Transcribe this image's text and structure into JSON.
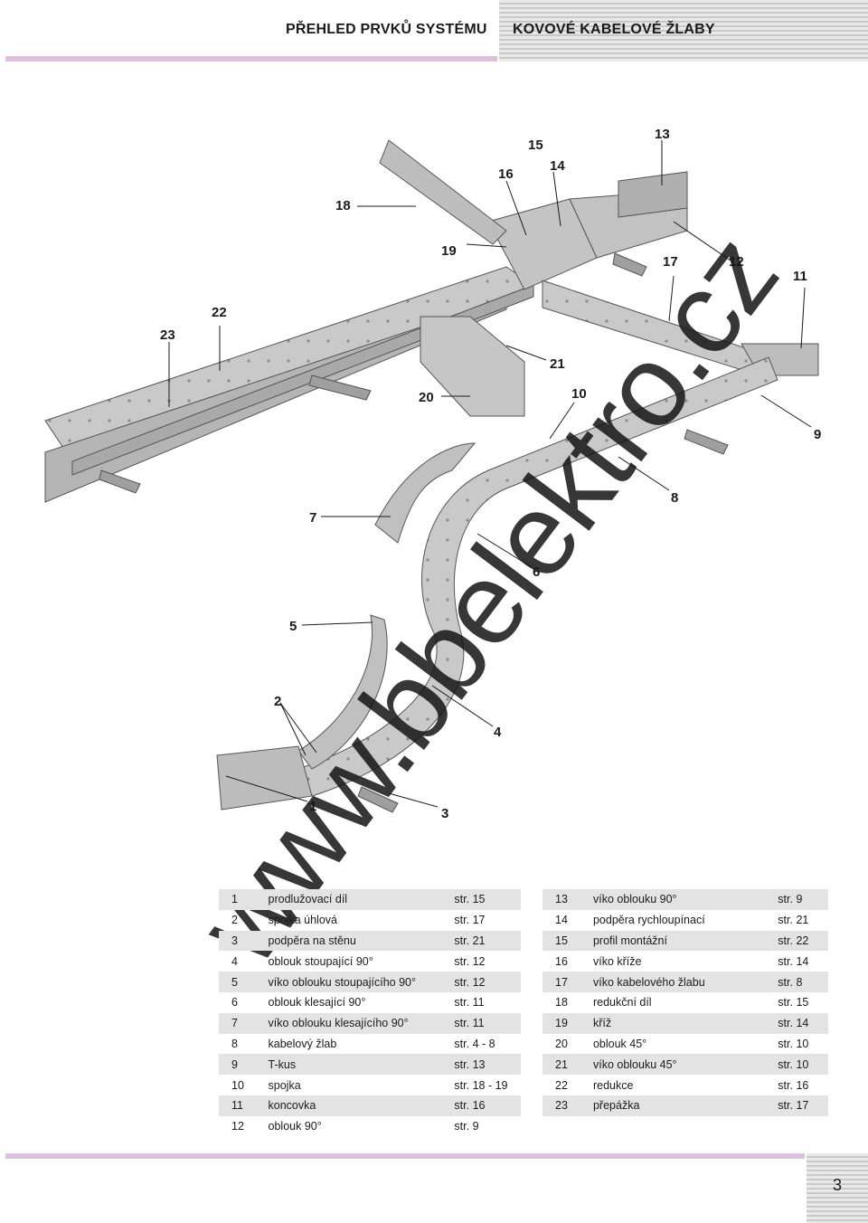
{
  "header": {
    "left_title": "PŘEHLED PRVKŮ SYSTÉMU",
    "right_title": "KOVOVÉ KABELOVÉ ŽLABY"
  },
  "diagram": {
    "callouts": [
      "1",
      "2",
      "3",
      "4",
      "5",
      "6",
      "7",
      "8",
      "9",
      "10",
      "11",
      "12",
      "13",
      "14",
      "15",
      "16",
      "17",
      "18",
      "19",
      "20",
      "21",
      "22",
      "23"
    ]
  },
  "watermark": "www.bbelektro.cz",
  "parts_left": [
    {
      "num": "1",
      "name": "prodlužovací díl",
      "page": "str. 15"
    },
    {
      "num": "2",
      "name": "spojka úhlová",
      "page": "str. 17"
    },
    {
      "num": "3",
      "name": "podpěra na stěnu",
      "page": "str. 21"
    },
    {
      "num": "4",
      "name": "oblouk stoupající 90°",
      "page": "str. 12"
    },
    {
      "num": "5",
      "name": "víko oblouku stoupajícího 90°",
      "page": "str. 12"
    },
    {
      "num": "6",
      "name": "oblouk klesající 90°",
      "page": "str. 11"
    },
    {
      "num": "7",
      "name": "víko oblouku klesajícího 90°",
      "page": "str. 11"
    },
    {
      "num": "8",
      "name": "kabelový žlab",
      "page": "str. 4 - 8"
    },
    {
      "num": "9",
      "name": "T-kus",
      "page": "str. 13"
    },
    {
      "num": "10",
      "name": "spojka",
      "page": "str. 18 - 19"
    },
    {
      "num": "11",
      "name": "koncovka",
      "page": "str. 16"
    },
    {
      "num": "12",
      "name": "oblouk 90°",
      "page": "str. 9"
    }
  ],
  "parts_right": [
    {
      "num": "13",
      "name": "víko oblouku 90°",
      "page": "str. 9"
    },
    {
      "num": "14",
      "name": "podpěra rychloupínací",
      "page": "str. 21"
    },
    {
      "num": "15",
      "name": "profil montážní",
      "page": "str. 22"
    },
    {
      "num": "16",
      "name": "víko kříže",
      "page": "str. 14"
    },
    {
      "num": "17",
      "name": "víko kabelového žlabu",
      "page": "str. 8"
    },
    {
      "num": "18",
      "name": "redukční díl",
      "page": "str. 15"
    },
    {
      "num": "19",
      "name": "kříž",
      "page": "str. 14"
    },
    {
      "num": "20",
      "name": "oblouk 45°",
      "page": "str. 10"
    },
    {
      "num": "21",
      "name": "víko oblouku 45°",
      "page": "str. 10"
    },
    {
      "num": "22",
      "name": "redukce",
      "page": "str. 16"
    },
    {
      "num": "23",
      "name": "přepážka",
      "page": "str. 17"
    }
  ],
  "footer": {
    "page_number": "3"
  }
}
